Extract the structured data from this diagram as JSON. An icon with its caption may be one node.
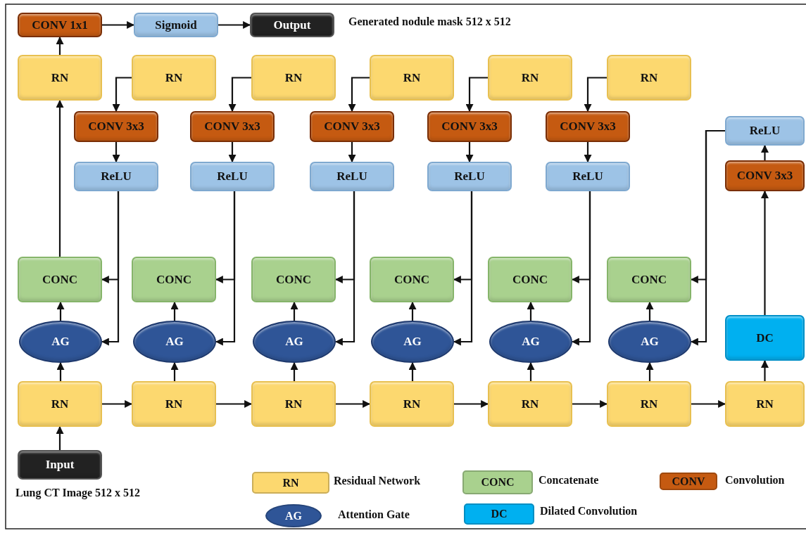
{
  "diagram": {
    "nodes": [
      {
        "text": [
          "CONV 1x1"
        ]
      },
      {
        "text": [
          "Sigmoid"
        ]
      },
      {
        "text": [
          "Output"
        ],
        "beside": [
          "Generated nodule mask 512 x 512"
        ]
      },
      {
        "text": [
          "RN"
        ]
      },
      {
        "text": [
          "RN"
        ]
      },
      {
        "text": [
          "RN"
        ]
      },
      {
        "text": [
          "RN"
        ]
      },
      {
        "text": [
          "RN"
        ]
      },
      {
        "text": [
          "RN"
        ]
      },
      {
        "text": [
          "CONV 3x3"
        ]
      },
      {
        "text": [
          "CONV 3x3"
        ]
      },
      {
        "text": [
          "CONV 3x3"
        ]
      },
      {
        "text": [
          "CONV 3x3"
        ]
      },
      {
        "text": [
          "CONV 3x3"
        ]
      },
      {
        "text": [
          "ReLU"
        ]
      },
      {
        "text": [
          "ReLU"
        ]
      },
      {
        "text": [
          "ReLU"
        ]
      },
      {
        "text": [
          "ReLU"
        ]
      },
      {
        "text": [
          "ReLU"
        ]
      },
      {
        "text": [
          "ReLU"
        ]
      },
      {
        "text": [
          "CONV 3x3"
        ]
      },
      {
        "text": [
          "CONC"
        ]
      },
      {
        "text": [
          "CONC"
        ]
      },
      {
        "text": [
          "CONC"
        ]
      },
      {
        "text": [
          "CONC"
        ]
      },
      {
        "text": [
          "CONC"
        ]
      },
      {
        "text": [
          "CONC"
        ]
      },
      {
        "text": [
          "AG"
        ]
      },
      {
        "text": [
          "AG"
        ]
      },
      {
        "text": [
          "AG"
        ]
      },
      {
        "text": [
          "AG"
        ]
      },
      {
        "text": [
          "AG"
        ]
      },
      {
        "text": [
          "AG"
        ]
      },
      {
        "text": [
          "DC"
        ]
      },
      {
        "text": [
          "RN"
        ]
      },
      {
        "text": [
          "RN"
        ]
      },
      {
        "text": [
          "RN"
        ]
      },
      {
        "text": [
          "RN"
        ]
      },
      {
        "text": [
          "RN"
        ]
      },
      {
        "text": [
          "RN"
        ]
      },
      {
        "text": [
          "RN"
        ]
      },
      {
        "text": [
          "Input"
        ],
        "beside": [
          "Lung CT Image 512 x 512"
        ]
      }
    ],
    "edges": [
      {
        "from": 0,
        "to": 1,
        "arrow": "to"
      },
      {
        "from": 1,
        "to": 2,
        "arrow": "to"
      },
      {
        "from": 3,
        "to": 0,
        "arrow": "to"
      },
      {
        "from": 4,
        "to": 9,
        "arrow": "to"
      },
      {
        "from": 5,
        "to": 10,
        "arrow": "to"
      },
      {
        "from": 6,
        "to": 11,
        "arrow": "to"
      },
      {
        "from": 7,
        "to": 12,
        "arrow": "to"
      },
      {
        "from": 8,
        "to": 13,
        "arrow": "to"
      },
      {
        "from": 9,
        "to": 15,
        "arrow": "to"
      },
      {
        "from": 10,
        "to": 16,
        "arrow": "to"
      },
      {
        "from": 11,
        "to": 17,
        "arrow": "to"
      },
      {
        "from": 12,
        "to": 18,
        "arrow": "to"
      },
      {
        "from": 13,
        "to": 19,
        "arrow": "to"
      },
      {
        "from": 20,
        "to": 14,
        "arrow": "to"
      },
      {
        "from": 33,
        "to": 20,
        "arrow": "to"
      },
      {
        "from": 15,
        "to": 21,
        "arrow": "to"
      },
      {
        "from": 15,
        "to": 27,
        "arrow": "to"
      },
      {
        "from": 16,
        "to": 22,
        "arrow": "to"
      },
      {
        "from": 16,
        "to": 28,
        "arrow": "to"
      },
      {
        "from": 17,
        "to": 23,
        "arrow": "to"
      },
      {
        "from": 17,
        "to": 29,
        "arrow": "to"
      },
      {
        "from": 18,
        "to": 24,
        "arrow": "to"
      },
      {
        "from": 18,
        "to": 30,
        "arrow": "to"
      },
      {
        "from": 19,
        "to": 25,
        "arrow": "to"
      },
      {
        "from": 19,
        "to": 31,
        "arrow": "to"
      },
      {
        "from": 14,
        "to": 26,
        "arrow": "to"
      },
      {
        "from": 14,
        "to": 32,
        "arrow": "to"
      },
      {
        "from": 27,
        "to": 21,
        "arrow": "to"
      },
      {
        "from": 28,
        "to": 22,
        "arrow": "to"
      },
      {
        "from": 29,
        "to": 23,
        "arrow": "to"
      },
      {
        "from": 30,
        "to": 24,
        "arrow": "to"
      },
      {
        "from": 31,
        "to": 25,
        "arrow": "to"
      },
      {
        "from": 32,
        "to": 26,
        "arrow": "to"
      },
      {
        "from": 34,
        "to": 27,
        "arrow": "to"
      },
      {
        "from": 35,
        "to": 28,
        "arrow": "to"
      },
      {
        "from": 36,
        "to": 29,
        "arrow": "to"
      },
      {
        "from": 37,
        "to": 30,
        "arrow": "to"
      },
      {
        "from": 38,
        "to": 31,
        "arrow": "to"
      },
      {
        "from": 39,
        "to": 32,
        "arrow": "to"
      },
      {
        "from": 40,
        "to": 33,
        "arrow": "to"
      },
      {
        "from": 34,
        "to": 35,
        "arrow": "to"
      },
      {
        "from": 35,
        "to": 36,
        "arrow": "to"
      },
      {
        "from": 36,
        "to": 37,
        "arrow": "to"
      },
      {
        "from": 37,
        "to": 38,
        "arrow": "to"
      },
      {
        "from": 38,
        "to": 39,
        "arrow": "to"
      },
      {
        "from": 39,
        "to": 40,
        "arrow": "to"
      },
      {
        "from": 41,
        "to": 34,
        "arrow": "to"
      },
      {
        "from": 21,
        "to": 3,
        "arrow": "to"
      }
    ],
    "labels": [
      "RN",
      "CONC",
      "CONV",
      "AG",
      "DC"
    ],
    "legend": [
      {
        "text": "Residual Network",
        "color": "#fcd86f"
      },
      {
        "text": "Concatenate",
        "color": "#a9d18e"
      },
      {
        "text": "Convolution",
        "color": "#c55a11"
      },
      {
        "text": "Attention Gate",
        "color": "#2f5597"
      },
      {
        "text": "Dilated Convolution",
        "color": "#00b0f0"
      }
    ]
  }
}
